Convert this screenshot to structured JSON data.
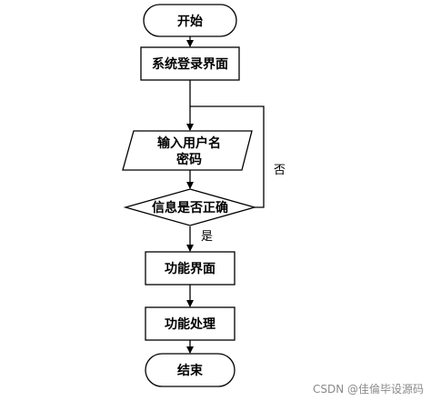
{
  "flowchart": {
    "nodes": {
      "start": {
        "label": "开始"
      },
      "login_page": {
        "label": "系统登录界面"
      },
      "input": {
        "label_line1": "输入用户名",
        "label_line2": "密码"
      },
      "check": {
        "label": "信息是否正确"
      },
      "func_page": {
        "label": "功能界面"
      },
      "func_process": {
        "label": "功能处理"
      },
      "end": {
        "label": "结束"
      }
    },
    "edges": {
      "no_label": "否",
      "yes_label": "是"
    }
  },
  "watermark": "CSDN @佳倫毕设源码"
}
